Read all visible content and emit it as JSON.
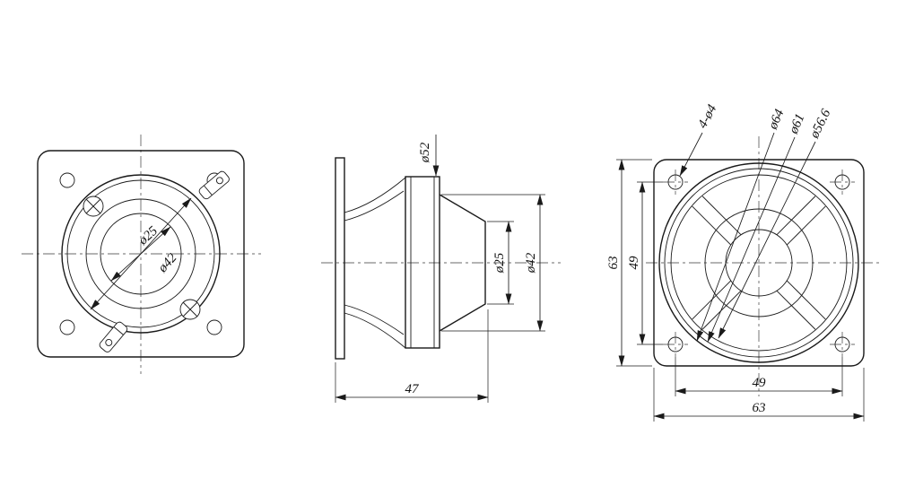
{
  "page": {
    "background": "#ffffff",
    "line_color": "#1a1a1a"
  },
  "views": {
    "rear": {
      "title": "rear-view",
      "labels": {
        "d25": "ø25",
        "d42": "ø42"
      }
    },
    "side": {
      "title": "side-view",
      "labels": {
        "d52": "ø52",
        "d25": "ø25",
        "d42": "ø42",
        "depth": "47"
      }
    },
    "front": {
      "title": "front-view",
      "labels": {
        "holes": "4-ø4",
        "d64": "ø64",
        "d61": "ø61",
        "d566": "ø56.6",
        "left63": "63",
        "left49": "49",
        "bottom49": "49",
        "bottom63": "63"
      }
    }
  }
}
